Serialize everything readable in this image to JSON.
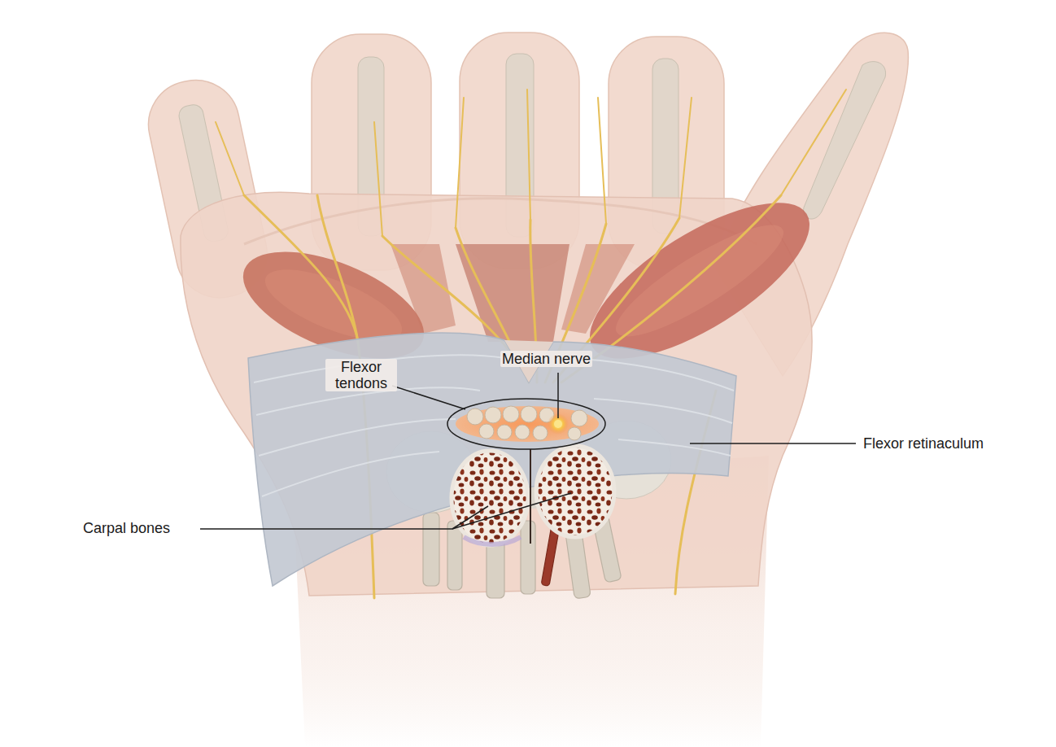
{
  "diagram": {
    "labels": [
      "Flexor tendons",
      "Median nerve",
      "Flexor retinaculum",
      "Carpal bones"
    ]
  }
}
